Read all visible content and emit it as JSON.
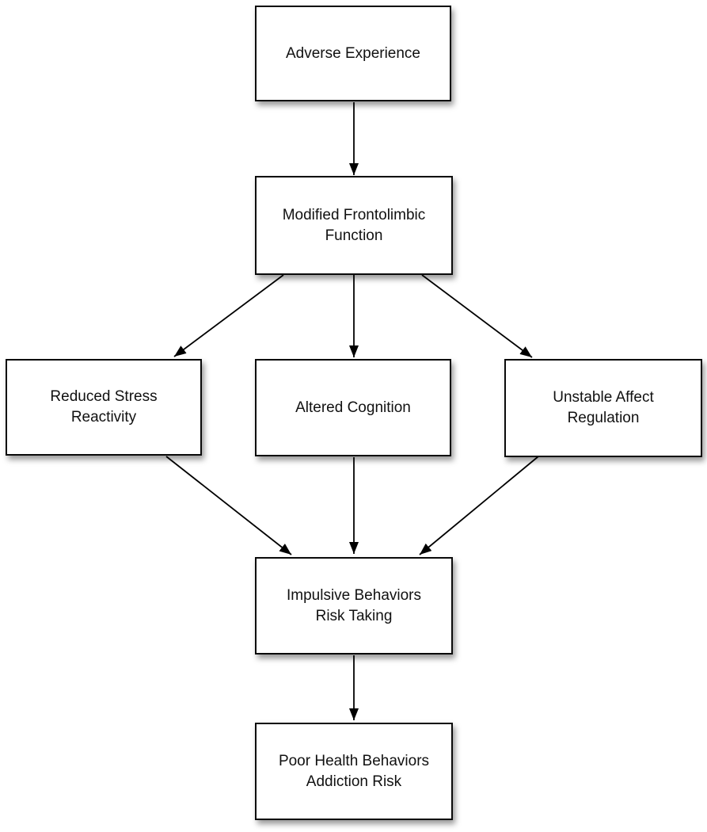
{
  "figure": {
    "type": "flowchart",
    "background_color": "#ffffff",
    "box_fill_color": "#ffffff",
    "box_border_color": "#0a0a0a",
    "arrow_color": "#000000",
    "text_color": "#111111"
  },
  "nodes": [
    {
      "id": "adverse-experience",
      "lines": [
        "Adverse Experience"
      ]
    },
    {
      "id": "modified-frontolimbic-function",
      "lines": [
        "Modified Frontolimbic",
        "Function"
      ]
    },
    {
      "id": "reduced-stress-reactivity",
      "lines": [
        "Reduced Stress",
        "Reactivity"
      ]
    },
    {
      "id": "altered-cognition",
      "lines": [
        "Altered Cognition"
      ]
    },
    {
      "id": "unstable-affect-regulation",
      "lines": [
        "Unstable Affect",
        "Regulation"
      ]
    },
    {
      "id": "impulsive-behaviors-risk-taking",
      "lines": [
        "Impulsive Behaviors",
        "Risk Taking"
      ]
    },
    {
      "id": "poor-health-behaviors-addiction-risk",
      "lines": [
        "Poor Health Behaviors",
        "Addiction Risk"
      ]
    }
  ],
  "edges": [
    {
      "from": "adverse-experience",
      "to": "modified-frontolimbic-function"
    },
    {
      "from": "modified-frontolimbic-function",
      "to": "reduced-stress-reactivity"
    },
    {
      "from": "modified-frontolimbic-function",
      "to": "altered-cognition"
    },
    {
      "from": "modified-frontolimbic-function",
      "to": "unstable-affect-regulation"
    },
    {
      "from": "reduced-stress-reactivity",
      "to": "impulsive-behaviors-risk-taking"
    },
    {
      "from": "altered-cognition",
      "to": "impulsive-behaviors-risk-taking"
    },
    {
      "from": "unstable-affect-regulation",
      "to": "impulsive-behaviors-risk-taking"
    },
    {
      "from": "impulsive-behaviors-risk-taking",
      "to": "poor-health-behaviors-addiction-risk"
    }
  ]
}
